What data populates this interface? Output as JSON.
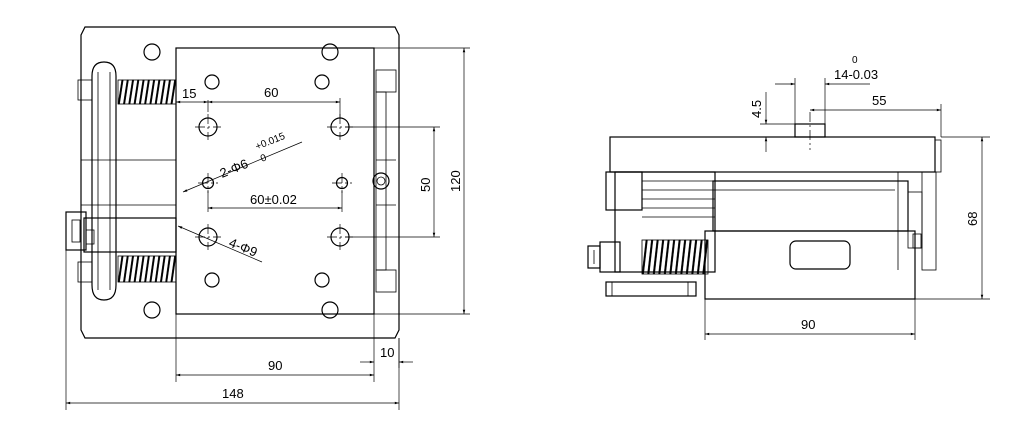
{
  "dimensions": {
    "d15": "15",
    "d60": "60",
    "tol_plus": "+0.015",
    "tol_zero": "0",
    "hole2": "2-Φ6",
    "d60_tol": "60±0.02",
    "hole4": "4-Φ9",
    "d50": "50",
    "d120": "120",
    "d90": "90",
    "d10": "10",
    "d148": "148",
    "side_top_zero": "0",
    "side_14": "14-0.03",
    "d4_5": "4.5",
    "d55": "55",
    "d68": "68",
    "side_90": "90"
  }
}
